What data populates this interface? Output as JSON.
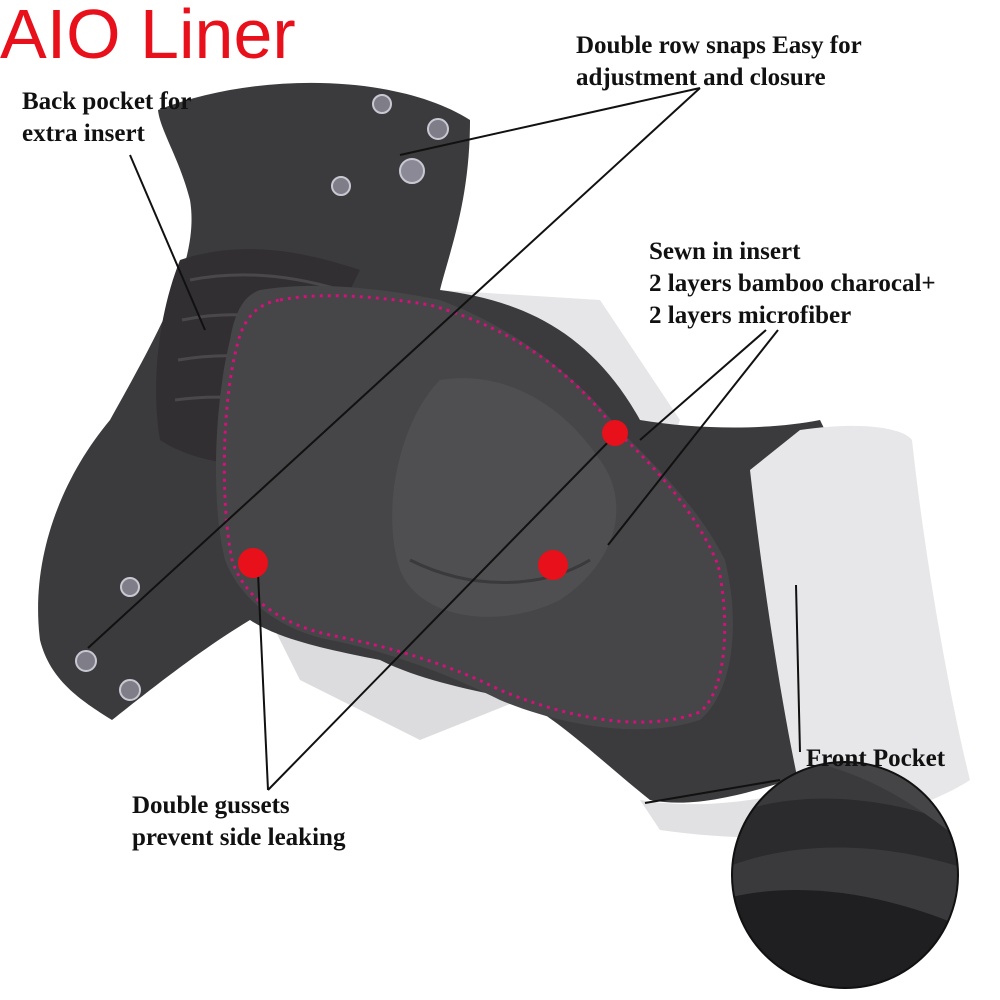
{
  "title": "AIO Liner",
  "colors": {
    "title": "#e8101a",
    "marker": "#e8101a",
    "stitch": "#d4117a",
    "fabric": "#3b3a3c",
    "fabric_dark": "#2a292b",
    "inner_white": "#e4e4e6",
    "line": "#111111"
  },
  "labels": {
    "back_pocket": [
      "Back pocket for",
      "extra insert"
    ],
    "snaps": [
      "Double row snaps Easy for",
      "adjustment and closure"
    ],
    "insert": [
      "Sewn in insert",
      "2 layers bamboo charocal+",
      "2 layers microfiber"
    ],
    "front_pocket": [
      "Front Pocket"
    ],
    "gussets": [
      "Double gussets",
      "prevent side leaking"
    ]
  },
  "markers": [
    "marker-gusset",
    "marker-insert",
    "marker-snaps"
  ],
  "icons": [
    "snap-icon",
    "zoom-circle-icon"
  ]
}
